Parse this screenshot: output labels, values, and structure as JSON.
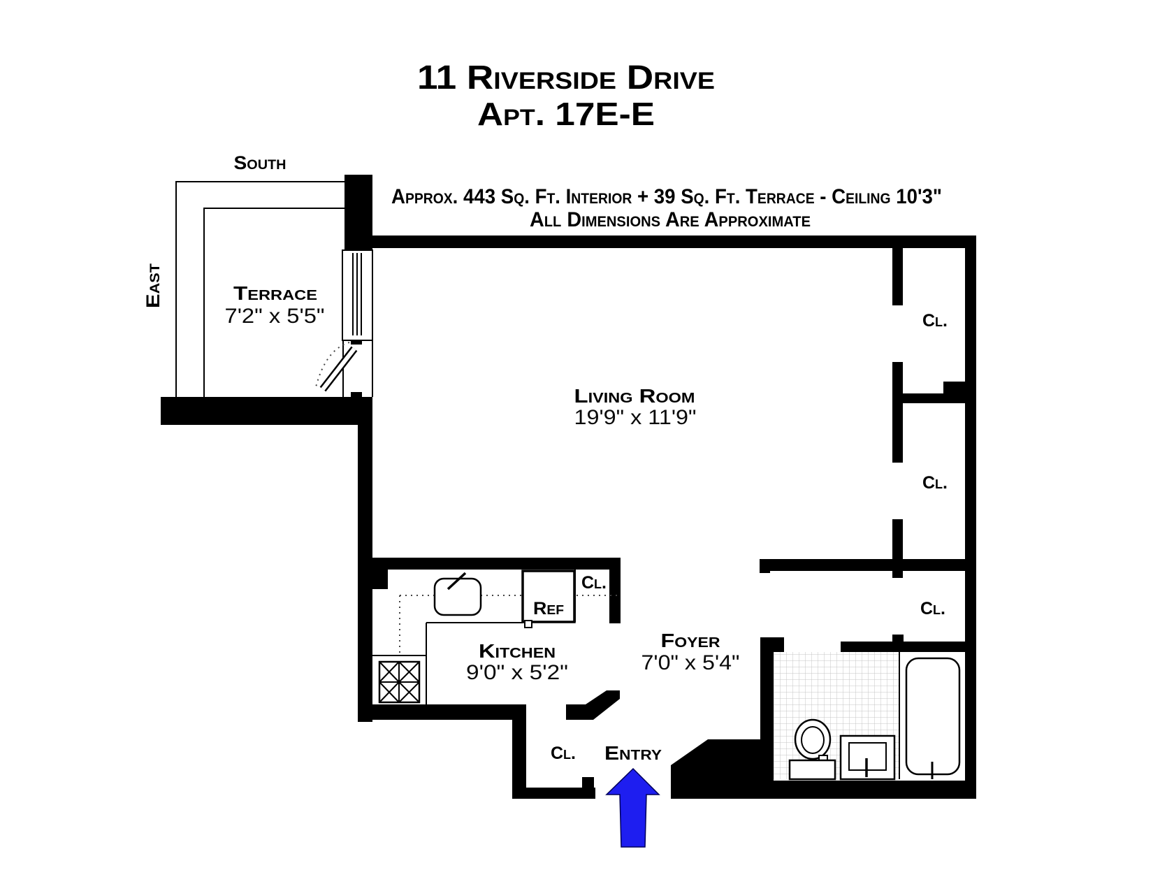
{
  "header": {
    "building": "11 Riverside Drive",
    "apartment": "Apt. 17E-E",
    "area_note": "Approx. 443 Sq. Ft. Interior + 39 Sq. Ft. Terrace - Ceiling 10'3\"",
    "disclaimer": "All Dimensions Are Approximate"
  },
  "compass": {
    "south": "South",
    "east": "East"
  },
  "rooms": {
    "terrace": {
      "name": "Terrace",
      "dims": "7'2\" x 5'5\""
    },
    "living_room": {
      "name": "Living Room",
      "dims": "19'9\" x 11'9\""
    },
    "kitchen": {
      "name": "Kitchen",
      "dims": "9'0\" x 5'2\""
    },
    "foyer": {
      "name": "Foyer",
      "dims": "7'0\" x 5'4\""
    },
    "entry": {
      "name": "Entry"
    }
  },
  "closets": {
    "east_upper": "Cl.",
    "east_middle": "Cl.",
    "east_lower": "Cl.",
    "kitchen": "Cl.",
    "entry": "Cl."
  },
  "appliances": {
    "refrigerator": "Ref"
  },
  "colors": {
    "walls": "#000000",
    "entry_arrow": "#1e1ef0",
    "tile_grid": "#c4c4c4"
  }
}
